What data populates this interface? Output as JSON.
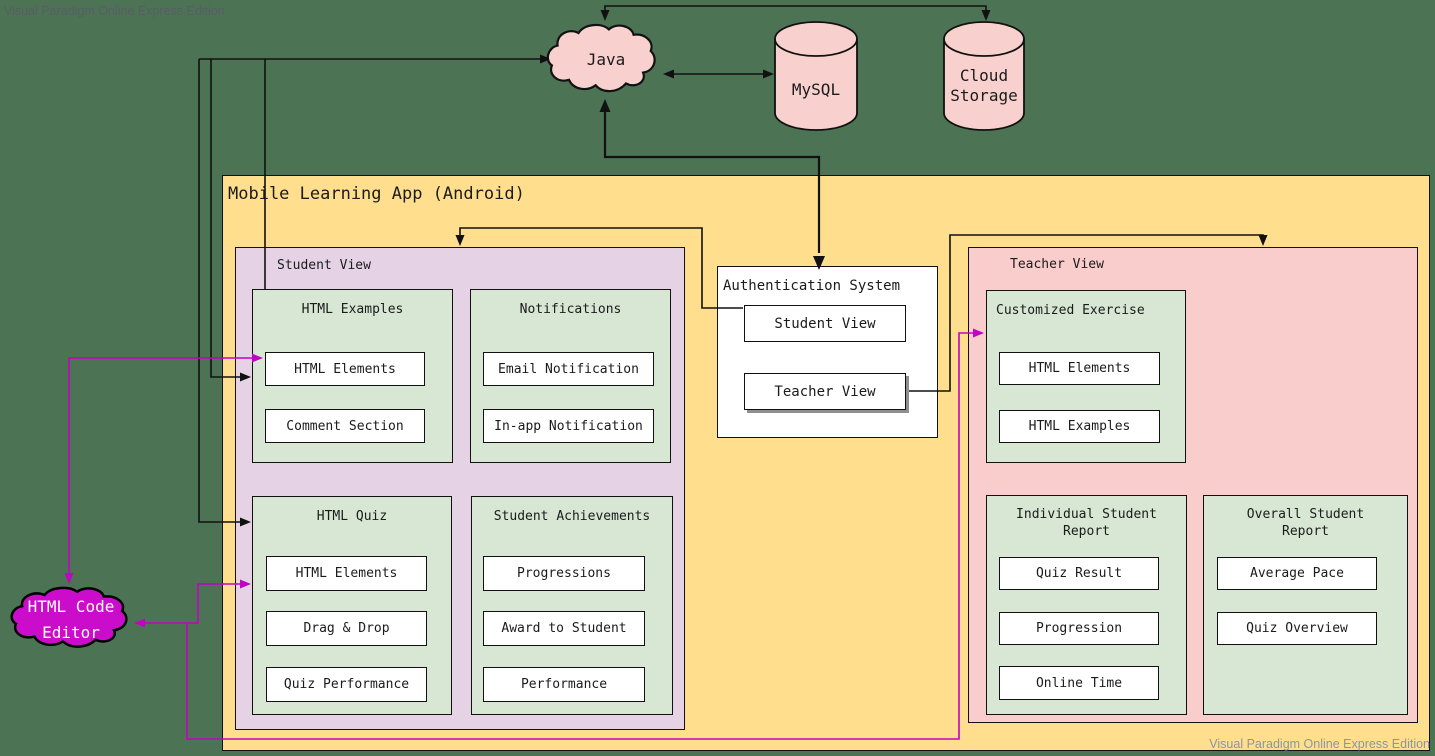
{
  "watermark": {
    "text": "Visual Paradigm Online Express Edition"
  },
  "colors": {
    "background": "#4D7355",
    "app_fill": "#FFDF8D",
    "student_view_fill": "#E5D3E5",
    "teacher_view_fill": "#F8CDCB",
    "module_fill": "#D7E7D4",
    "leaf_fill": "#FFFFFF",
    "external_node_fill": "#F8D0CE",
    "editor_cloud_fill": "#CB0CCB",
    "black_connector": "#111111",
    "magenta_connector": "#C303C3"
  },
  "external": {
    "java": {
      "label": "Java"
    },
    "mysql": {
      "label": "MySQL"
    },
    "cloud_storage": {
      "label": "Cloud Storage"
    },
    "html_code_editor": {
      "label": "HTML Code Editor"
    }
  },
  "app": {
    "title": "Mobile Learning App (Android)",
    "auth": {
      "title": "Authentication System",
      "buttons": [
        {
          "label": "Student View"
        },
        {
          "label": "Teacher View"
        }
      ]
    },
    "student_view": {
      "title": "Student View",
      "modules": [
        {
          "title": "HTML Examples",
          "items": [
            {
              "label": "HTML Elements"
            },
            {
              "label": "Comment Section"
            }
          ]
        },
        {
          "title": "Notifications",
          "items": [
            {
              "label": "Email Notification"
            },
            {
              "label": "In-app Notification"
            }
          ]
        },
        {
          "title": "HTML Quiz",
          "items": [
            {
              "label": "HTML Elements"
            },
            {
              "label": "Drag & Drop"
            },
            {
              "label": "Quiz Performance"
            }
          ]
        },
        {
          "title": "Student Achievements",
          "items": [
            {
              "label": "Progressions"
            },
            {
              "label": "Award to Student"
            },
            {
              "label": "Performance"
            }
          ]
        }
      ]
    },
    "teacher_view": {
      "title": "Teacher View",
      "modules": [
        {
          "title": "Customized Exercise",
          "items": [
            {
              "label": "HTML Elements"
            },
            {
              "label": "HTML Examples"
            }
          ]
        },
        {
          "title": "Individual Student Report",
          "items": [
            {
              "label": "Quiz Result"
            },
            {
              "label": "Progression"
            },
            {
              "label": "Online Time"
            }
          ]
        },
        {
          "title": "Overall Student Report",
          "items": [
            {
              "label": "Average Pace"
            },
            {
              "label": "Quiz Overview"
            }
          ]
        }
      ]
    }
  }
}
